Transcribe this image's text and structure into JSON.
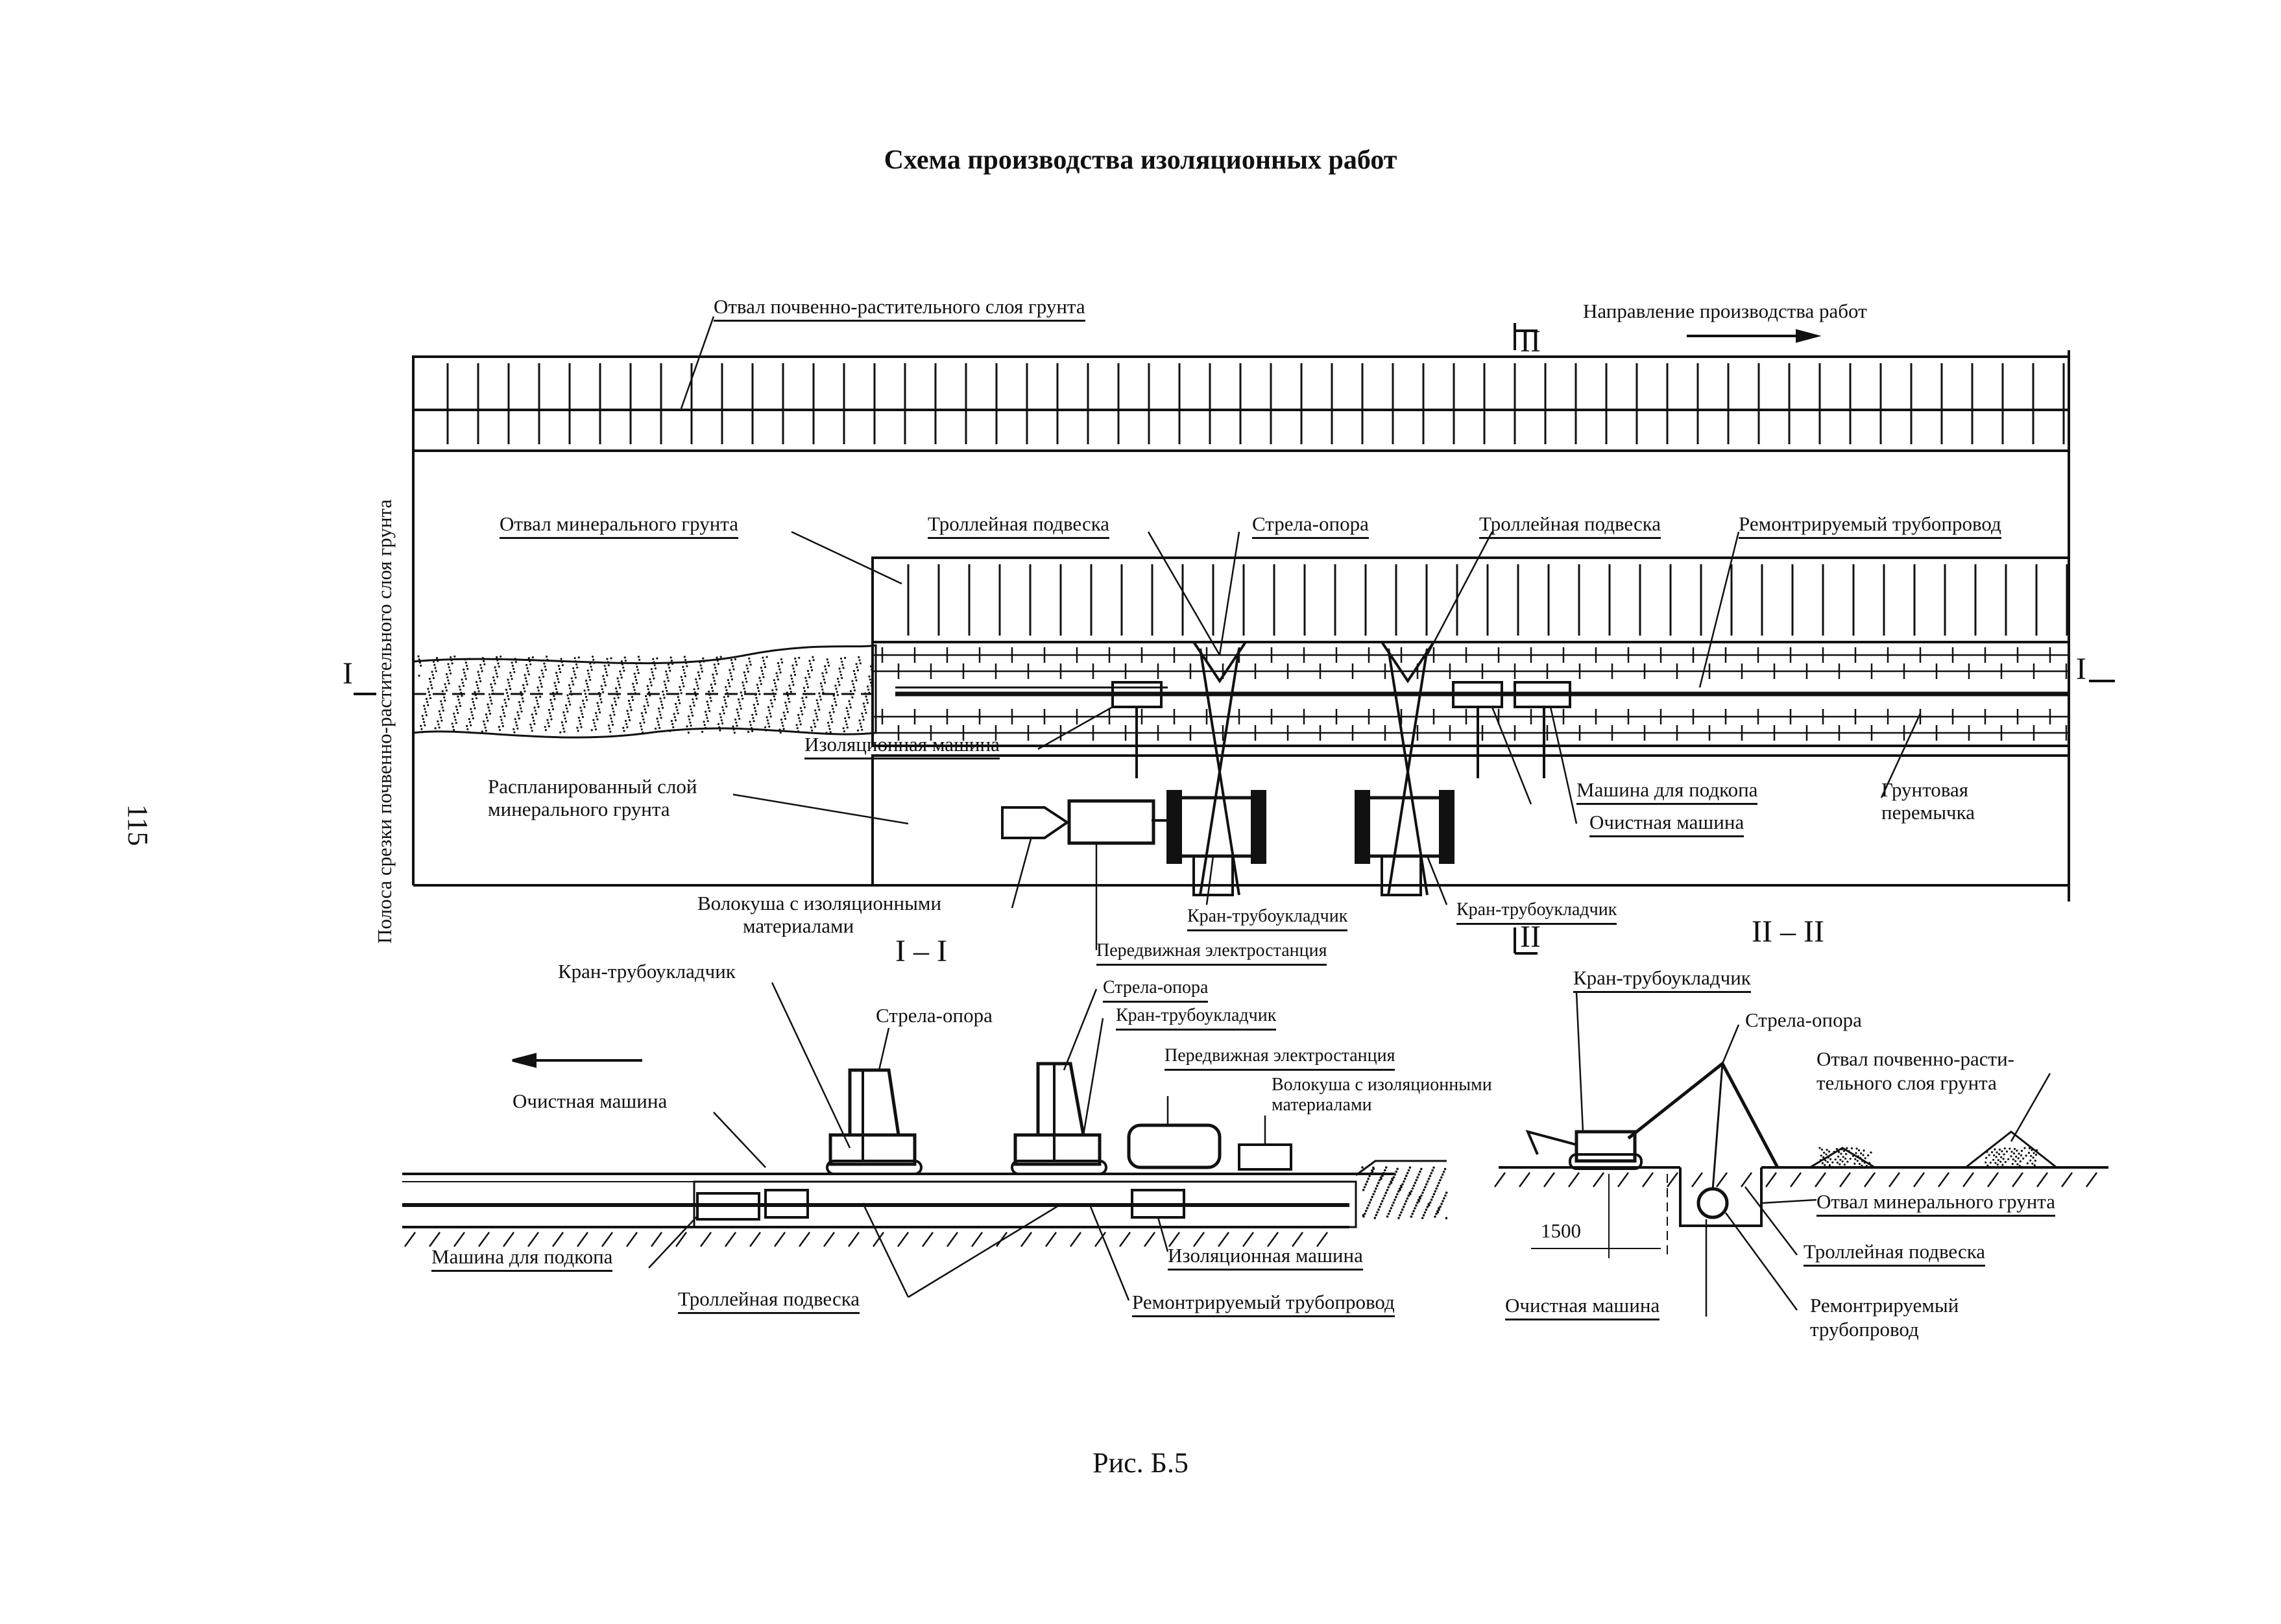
{
  "title": "Схема производства изоляционных работ",
  "page_number": "115",
  "caption": "Рис. Б.5",
  "plan": {
    "strip_label": "Полоса срезки почвенно-растительного слоя грунта",
    "topsoil_dump": "Отвал почвенно-растительного слоя грунта",
    "direction": "Направление производства работ",
    "section_ii_top": "II",
    "section_ii_bottom": "II",
    "section_i_left": "I",
    "section_i_right": "I",
    "mineral_dump": "Отвал минерального грунта",
    "trolley_1": "Троллейная подвеска",
    "boom_support": "Стрела-опора",
    "trolley_2": "Троллейная  подвеска",
    "repaired_pipeline": "Ремонтрируемый трубопровод",
    "insulation_machine": "Изоляционная машина",
    "levelled_layer_1": "Распланированный слой",
    "levelled_layer_2": "минерального грунта",
    "undercut_machine": "Машина для подкопа",
    "cleaning_machine": "Очистная машина",
    "soil_bridge_1": "Грунтовая",
    "soil_bridge_2": "перемычка",
    "drag_1": "Волокуша с изоляционными",
    "drag_2": "материалами",
    "pipelayer_1": "Кран-трубоукладчик",
    "pipelayer_2": "Кран-трубоукладчик",
    "power_station": "Передвижная  электростанция"
  },
  "section_i": {
    "heading": "I – I",
    "pipelayer_left": "Кран-трубоукладчик",
    "boom_left": "Стрела-опора",
    "boom_right": "Стрела-опора",
    "pipelayer_right": "Кран-трубоукладчик",
    "power_station": "Передвижная электростанция",
    "drag_1": "Волокуша с изоляционными",
    "drag_2": "материалами",
    "cleaning_machine": "Очистная машина",
    "undercut_machine": "Машина для подкопа",
    "trolley": "Троллейная подвеска",
    "insulation_machine": "Изоляционная машина",
    "repaired_pipeline": "Ремонтрируемый трубопровод"
  },
  "section_ii": {
    "heading": "II – II",
    "pipelayer": "Кран-трубоукладчик",
    "boom": "Стрела-опора",
    "topsoil_1": "Отвал почвенно-расти-",
    "topsoil_2": "тельного слоя грунта",
    "mineral_dump": "Отвал минерального грунта",
    "dimension": "1500",
    "trolley": "Троллейная  подвеска",
    "cleaning_machine": "Очистная машина",
    "pipeline_1": "Ремонтрируемый",
    "pipeline_2": "трубопровод"
  },
  "colors": {
    "ink": "#111111",
    "paper": "#ffffff"
  }
}
